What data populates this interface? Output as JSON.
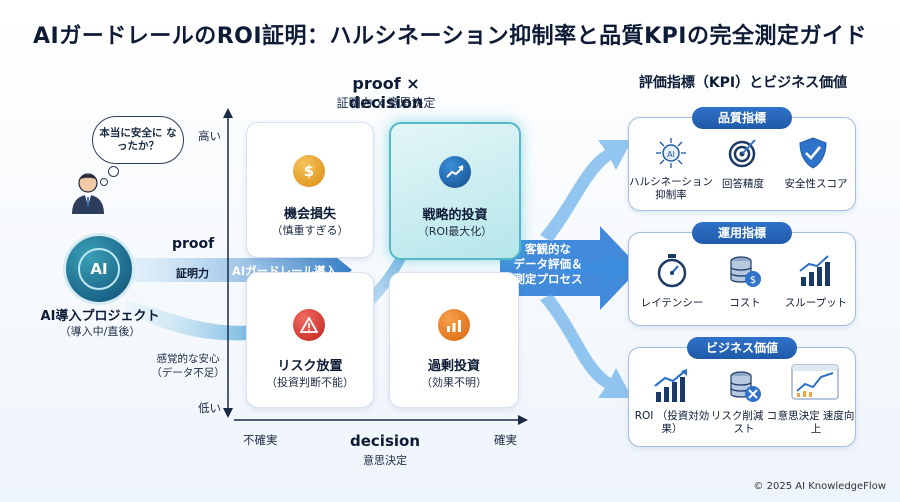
{
  "title": "AIガードレールのROI証明：ハルシネーション抑制率と品質KPIの完全測定ガイド",
  "matrix": {
    "title": "proof × decision",
    "subtitle": "証明力 x 意思決定",
    "y_high": "高い",
    "y_low": "低い",
    "x_low": "不確実",
    "x_high": "確実",
    "x_axis_title": "decision",
    "x_axis_sub": "意思決定",
    "quadrants": [
      {
        "name": "機会損失",
        "sub": "（慎重すぎる）",
        "icon": "hand-coin-icon"
      },
      {
        "name": "戦略的投資",
        "sub": "（ROI最大化）",
        "icon": "growth-chart-icon"
      },
      {
        "name": "リスク放置",
        "sub": "（投資判断不能）",
        "icon": "warning-icon"
      },
      {
        "name": "過剰投資",
        "sub": "（効果不明）",
        "icon": "bar-chart-icon"
      }
    ]
  },
  "left": {
    "thought": "本当に安全に なったか？",
    "project_title": "AI導入プロジェクト",
    "project_sub": "（導入中/直後）",
    "ai_badge": "AI",
    "proof_label": "proof",
    "proof_sub": "証明力",
    "arrow_label": "AIガードレール導入",
    "vague_line1": "感覚的な安心",
    "vague_line2": "（データ不足）"
  },
  "process": {
    "line1": "客観的な",
    "line2": "データ評価＆",
    "line3": "測定プロセス"
  },
  "kpi": {
    "title": "評価指標（KPI）とビジネス価値",
    "groups": [
      {
        "name": "品質指標",
        "items": [
          "ハルシネーション 抑制率",
          "回答精度",
          "安全性スコア"
        ]
      },
      {
        "name": "運用指標",
        "items": [
          "レイテンシー",
          "コスト",
          "スループット"
        ]
      },
      {
        "name": "ビジネス価値",
        "items": [
          "ROI （投資対効果）",
          "リスク削減 コスト",
          "意思決定 速度向上"
        ]
      }
    ]
  },
  "footer": "© 2025 AI KnowledgeFlow",
  "colors": {
    "accent": "#1f5aa9",
    "teal": "#53b9c9",
    "navy": "#0d1b36"
  }
}
